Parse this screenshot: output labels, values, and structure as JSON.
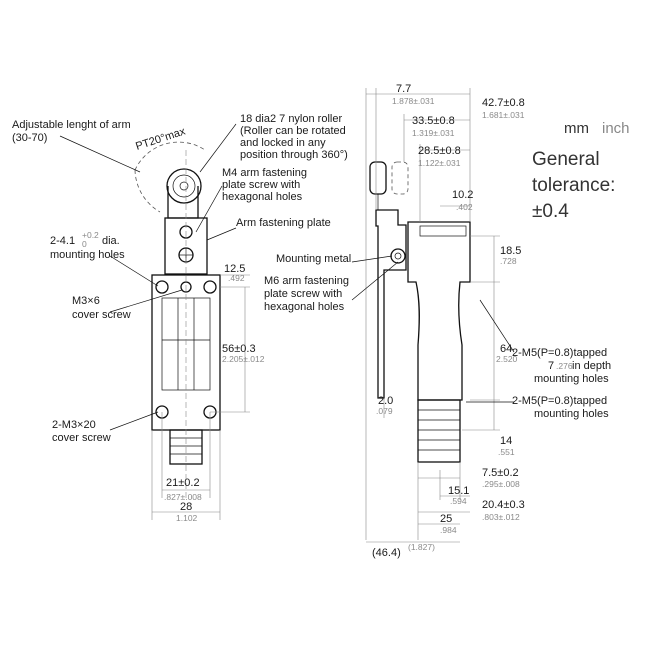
{
  "units": {
    "mm": "mm",
    "inch": "inch"
  },
  "general_tolerance": {
    "line1": "General",
    "line2": "tolerance:",
    "line3": "±0.4"
  },
  "labels": {
    "adjustable_arm": "Adjustable lenght of arm",
    "adjustable_range": "(30-70)",
    "pt_angle": "PT20°max",
    "roller_1": "18 dia2 7 nylon roller",
    "roller_2": "(Roller can be rotated",
    "roller_3": "and locked in any",
    "roller_4": "position through 360°)",
    "m4_1": "M4 arm fastening",
    "m4_2": "plate screw with",
    "m4_3": "hexagonal holes",
    "arm_plate": "Arm fastening plate",
    "mount_holes_1": "2-4.1",
    "mount_holes_tol": "+0.2",
    "mount_holes_tol0": "0",
    "mount_holes_2": "dia.",
    "mount_holes_3": "mounting holes",
    "m3x6_1": "M3×6",
    "m3x6_2": "cover screw",
    "m3x20_1": "2-M3×20",
    "m3x20_2": "cover screw",
    "mounting_metal": "Mounting metal",
    "m6_1": "M6 arm fastening",
    "m6_2": "plate screw with",
    "m6_3": "hexagonal holes",
    "m5a_1": "2-M5(P=0.8)tapped",
    "m5a_2": "7",
    "m5a_2b": ".276",
    "m5a_2c": "in depth",
    "m5a_3": "mounting holes",
    "m5b_1": "2-M5(P=0.8)tapped",
    "m5b_2": "mounting holes"
  },
  "dimensions": {
    "d_12_5": {
      "mm": "12.5",
      "inch": ".492"
    },
    "d_56": {
      "mm": "56±0.3",
      "inch": "2.205±.012"
    },
    "d_21": {
      "mm": "21±0.2",
      "inch": ".827±.008"
    },
    "d_28": {
      "mm": "28",
      "inch": "1.102"
    },
    "d_7_7": {
      "mm": "7.7"
    },
    "d_1_878": {
      "inch": "1.878±.031"
    },
    "d_42_7": {
      "mm": "42.7±0.8",
      "inch": "1.681±.031"
    },
    "d_33_5": {
      "mm": "33.5±0.8",
      "inch": "1.319±.031"
    },
    "d_28_5": {
      "mm": "28.5±0.8",
      "inch": "1.122±.031"
    },
    "d_10_2": {
      "mm": "10.2",
      "inch": ".402"
    },
    "d_18_5": {
      "mm": "18.5",
      "inch": ".728"
    },
    "d_64": {
      "mm": "64",
      "inch": "2.520"
    },
    "d_2_0": {
      "mm": "2.0",
      "inch": ".079"
    },
    "d_14": {
      "mm": "14",
      "inch": ".551"
    },
    "d_7_5": {
      "mm": "7.5±0.2",
      "inch": ".295±.008"
    },
    "d_15_1": {
      "mm": "15.1",
      "inch": ".594"
    },
    "d_20_4": {
      "mm": "20.4±0.3",
      "inch": ".803±.012"
    },
    "d_25": {
      "mm": "25",
      "inch": ".984"
    },
    "d_46_4": {
      "mm": "(46.4)",
      "inch": "(1.827)"
    }
  }
}
